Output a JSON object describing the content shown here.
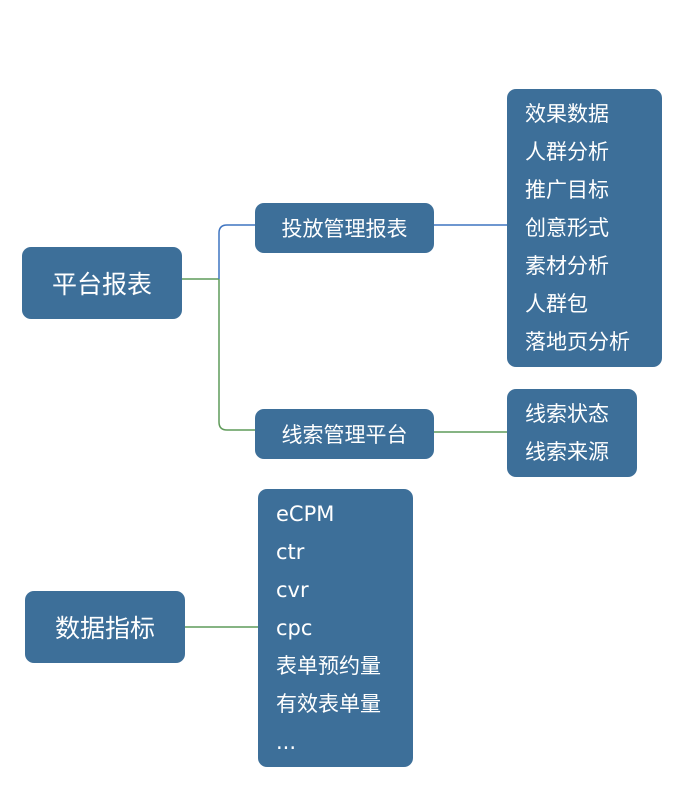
{
  "diagrams": {
    "platform_report": {
      "root": "平台报表",
      "branch_ad": {
        "label": "投放管理报表",
        "items": [
          "效果数据",
          "人群分析",
          "推广目标",
          "创意形式",
          "素材分析",
          "人群包",
          "落地页分析"
        ]
      },
      "branch_leads": {
        "label": "线索管理平台",
        "items": [
          "线索状态",
          "线索来源"
        ]
      }
    },
    "data_metrics": {
      "root": "数据指标",
      "items": [
        "eCPM",
        "ctr",
        "cvr",
        "cpc",
        "表单预约量",
        "有效表单量",
        "..."
      ]
    }
  },
  "colors": {
    "node_fill": "#3d6f99",
    "node_text": "#ffffff",
    "connector_blue": "#3f75c1",
    "connector_green": "#5f9b5a"
  }
}
